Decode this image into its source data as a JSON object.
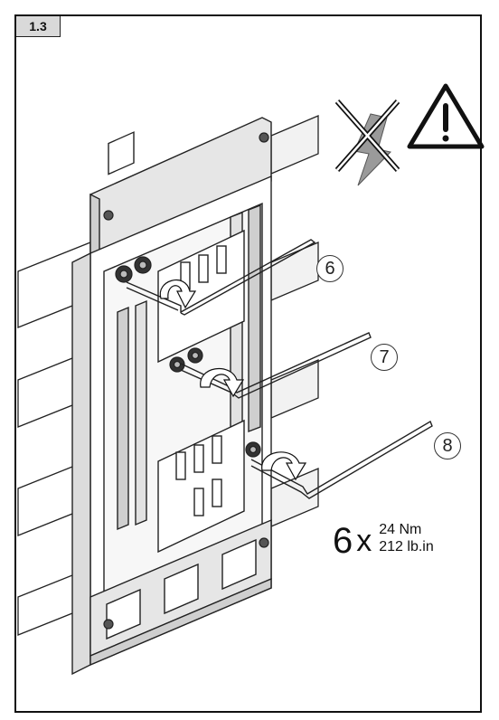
{
  "step": {
    "label": "1.3"
  },
  "callouts": [
    {
      "number": "6"
    },
    {
      "number": "7"
    },
    {
      "number": "8"
    }
  ],
  "torque": {
    "quantity": "6",
    "multiplier": "x",
    "value_metric": "24 Nm",
    "value_imperial": "212 lb.in"
  },
  "warnings": [
    {
      "icon": "no-voltage-crossed-lightning-icon"
    },
    {
      "icon": "caution-triangle-icon"
    }
  ],
  "colors": {
    "line": "#222222",
    "shade": "#d6d6d6",
    "grey_fill": "#9a9a9a"
  }
}
